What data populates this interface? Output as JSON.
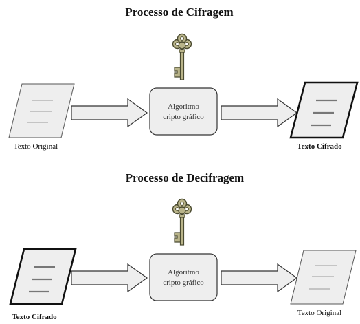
{
  "encryption": {
    "title": "Processo de Cifragem",
    "input_label": "Texto Original",
    "algorithm_line1": "Algoritmo",
    "algorithm_line2": "cripto gráfico",
    "output_label": "Texto Cifrado"
  },
  "decryption": {
    "title": "Processo de Decifragem",
    "input_label": "Texto Cifrado",
    "algorithm_line1": "Algoritmo",
    "algorithm_line2": "cripto gráfico",
    "output_label": "Texto Original"
  },
  "icons": {
    "key": "key-icon",
    "document_plain": "plain-document-icon",
    "document_cipher": "cipher-document-icon",
    "arrow": "right-arrow-icon"
  },
  "colors": {
    "doc_fill": "#eeeeee",
    "box_fill": "#eeeeee",
    "key_fill": "#b9b48a",
    "key_stroke": "#4a4a30"
  }
}
